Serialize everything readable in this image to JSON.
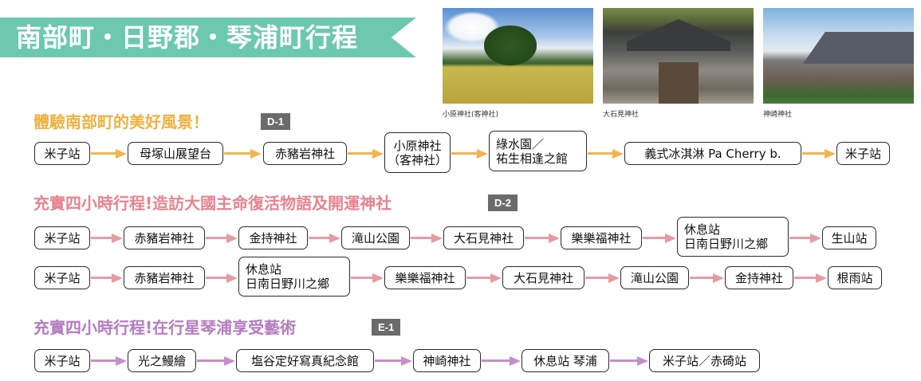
{
  "banner": {
    "title": "南部町・日野郡・琴浦町行程",
    "color": "#6cc9b0"
  },
  "photos": [
    {
      "caption": "小原神社(客神社)"
    },
    {
      "caption": "大石見神社"
    },
    {
      "caption": "神崎神社"
    }
  ],
  "sections": {
    "d1": {
      "title": "體驗南部町的美好風景！",
      "badge": "D-1",
      "color": "#f0b13f",
      "arrow_color": "#f2b451",
      "route": [
        {
          "lines": [
            "米子站"
          ]
        },
        {
          "lines": [
            "母塚山展望台"
          ]
        },
        {
          "lines": [
            "赤豬岩神社"
          ]
        },
        {
          "lines": [
            "小原神社",
            "（客神社）"
          ]
        },
        {
          "lines": [
            "綠水園／",
            "祐生相逢之館"
          ]
        },
        {
          "lines": [
            "義式冰淇淋 Pa Cherry b."
          ]
        },
        {
          "lines": [
            "米子站"
          ]
        }
      ]
    },
    "d2": {
      "title": "充實四小時行程!造訪大國主命復活物語及開運神社",
      "badge": "D-2",
      "color": "#e8838f",
      "arrow_color": "#e89aa3",
      "route_a": [
        {
          "lines": [
            "米子站"
          ]
        },
        {
          "lines": [
            "赤豬岩神社"
          ]
        },
        {
          "lines": [
            "金持神社"
          ]
        },
        {
          "lines": [
            "滝山公園"
          ]
        },
        {
          "lines": [
            "大石見神社"
          ]
        },
        {
          "lines": [
            "樂樂福神社"
          ]
        },
        {
          "lines": [
            "休息站",
            "日南日野川之鄉"
          ]
        },
        {
          "lines": [
            "生山站"
          ]
        }
      ],
      "route_b": [
        {
          "lines": [
            "米子站"
          ]
        },
        {
          "lines": [
            "赤豬岩神社"
          ]
        },
        {
          "lines": [
            "休息站",
            "日南日野川之鄉"
          ]
        },
        {
          "lines": [
            "樂樂福神社"
          ]
        },
        {
          "lines": [
            "大石見神社"
          ]
        },
        {
          "lines": [
            "滝山公園"
          ]
        },
        {
          "lines": [
            "金持神社"
          ]
        },
        {
          "lines": [
            "根雨站"
          ]
        }
      ]
    },
    "e1": {
      "title": "充實四小時行程!在行星琴浦享受藝術",
      "badge": "E-1",
      "color": "#b57cbf",
      "arrow_color": "#c48fc9",
      "route": [
        {
          "lines": [
            "米子站"
          ]
        },
        {
          "lines": [
            "光之鰻繪"
          ]
        },
        {
          "lines": [
            "塩谷定好寫真紀念館"
          ]
        },
        {
          "lines": [
            "神崎神社"
          ]
        },
        {
          "lines": [
            "休息站 琴浦"
          ]
        },
        {
          "lines": [
            "米子站／赤碕站"
          ]
        }
      ]
    }
  }
}
